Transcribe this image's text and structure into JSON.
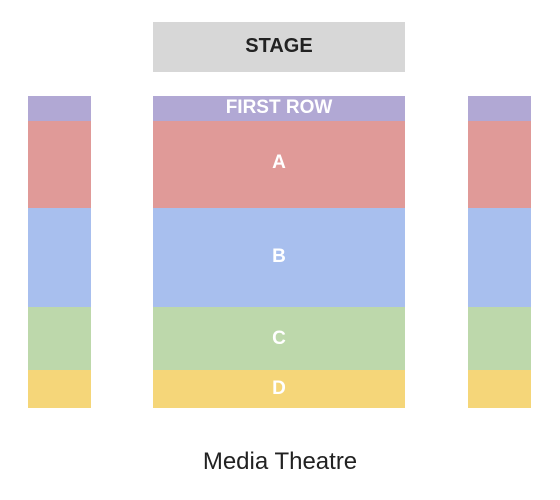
{
  "stage": {
    "label": "STAGE",
    "color": "#d7d7d7"
  },
  "sections": {
    "first_row": {
      "label": "FIRST ROW",
      "color": "#b1a8d4"
    },
    "a": {
      "label": "A",
      "color": "#e09a98"
    },
    "b": {
      "label": "B",
      "color": "#a8bfee"
    },
    "c": {
      "label": "C",
      "color": "#bdd8ab"
    },
    "d": {
      "label": "D",
      "color": "#f5d679"
    }
  },
  "venue": {
    "name": "Media Theatre"
  }
}
